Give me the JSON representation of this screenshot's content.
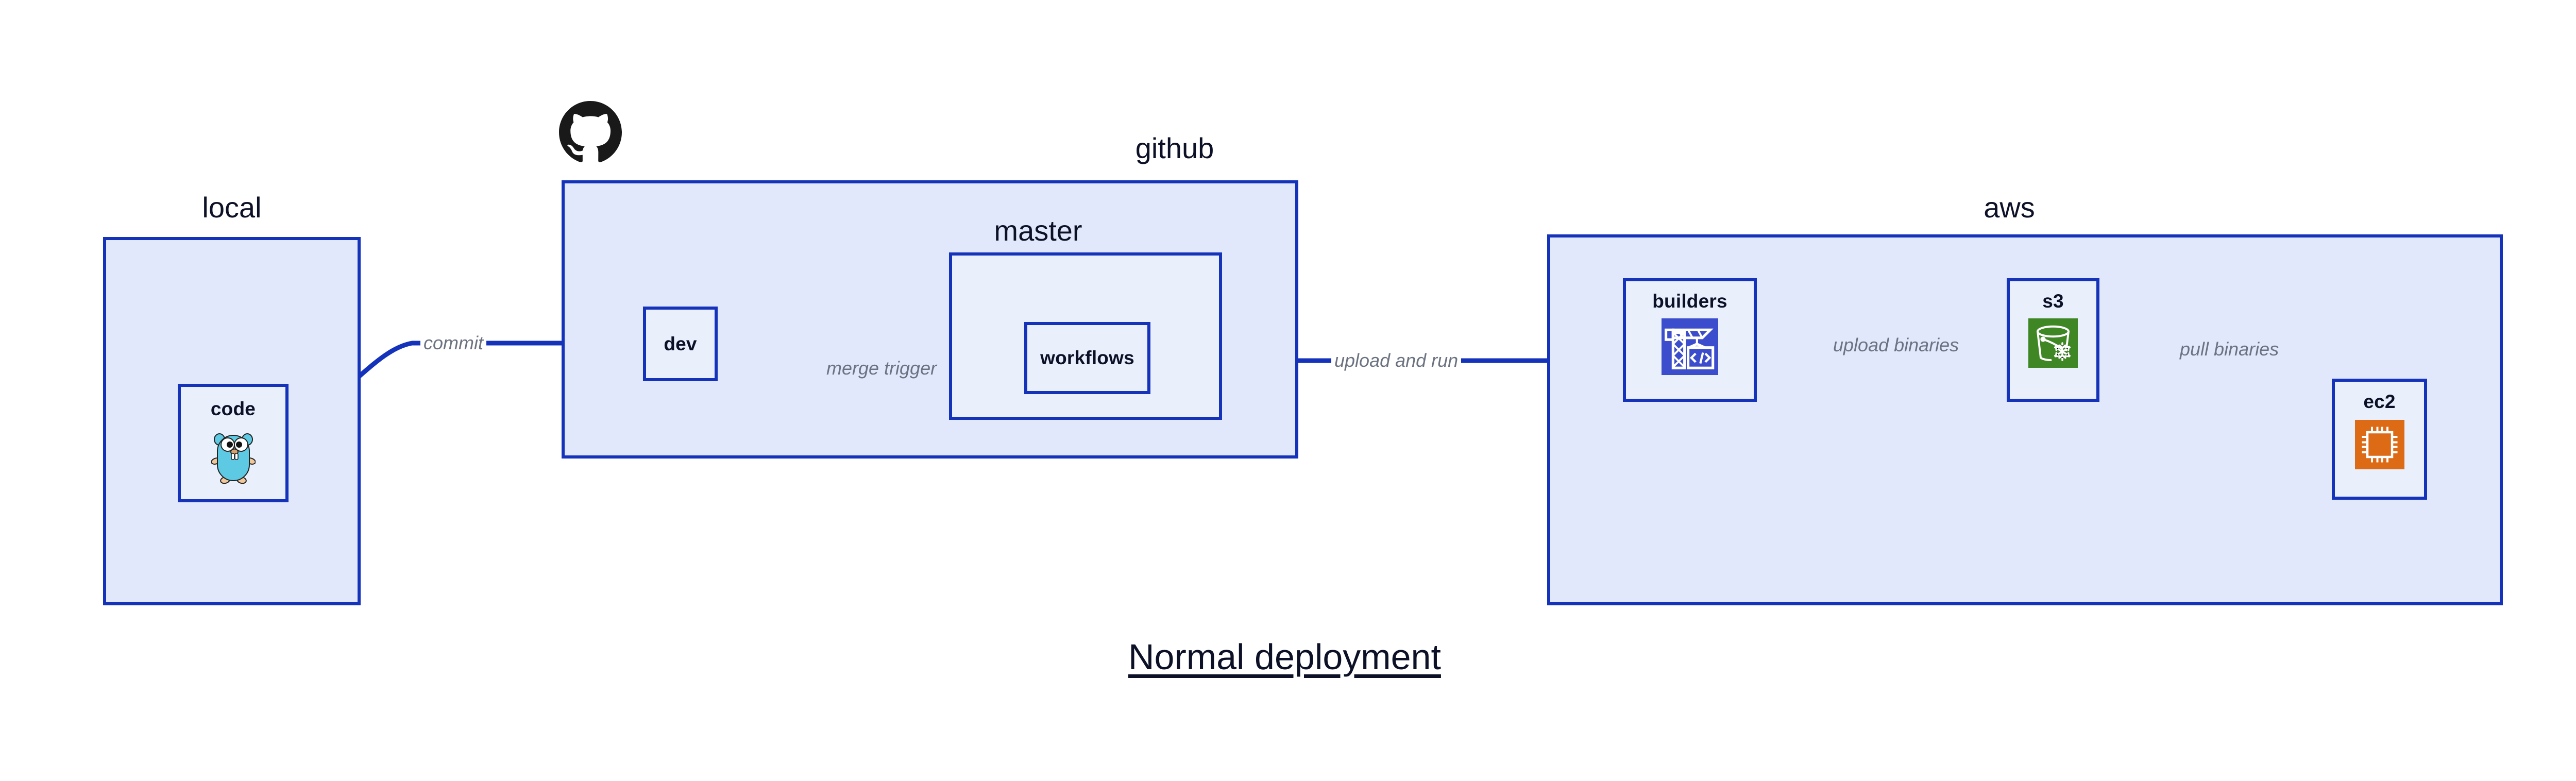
{
  "diagram": {
    "caption": "Normal deployment",
    "accent_color": "#1432ba",
    "group_fill": "#e2e8fb",
    "node_fill": "#eaeffc",
    "label_color": "#6b7280",
    "text_color": "#0d1127",
    "background": "#ffffff"
  },
  "groups": [
    {
      "id": "local",
      "title": "local"
    },
    {
      "id": "github",
      "title": "github"
    },
    {
      "id": "aws",
      "title": "aws"
    }
  ],
  "subgroups": [
    {
      "id": "master",
      "title": "master",
      "parent": "github"
    }
  ],
  "nodes": [
    {
      "id": "code",
      "label": "code",
      "parent": "local",
      "icon": "go-gopher-icon",
      "icon_color": "#5dc9e2"
    },
    {
      "id": "dev",
      "label": "dev",
      "parent": "github",
      "icon": "none",
      "icon_color": ""
    },
    {
      "id": "workflows",
      "label": "workflows",
      "parent": "master",
      "icon": "none",
      "icon_color": ""
    },
    {
      "id": "builders",
      "label": "builders",
      "parent": "aws",
      "icon": "aws-crane-code-icon",
      "icon_color": "#3b4ccc"
    },
    {
      "id": "s3",
      "label": "s3",
      "parent": "aws",
      "icon": "aws-s3-bucket-glacier-icon",
      "icon_color": "#3f8624"
    },
    {
      "id": "ec2",
      "label": "ec2",
      "parent": "aws",
      "icon": "aws-ec2-chip-icon",
      "icon_color": "#dd6b15"
    }
  ],
  "edges": [
    {
      "id": "commit",
      "label": "commit",
      "from": "code",
      "to": "dev"
    },
    {
      "id": "merge-trigger",
      "label": "merge trigger",
      "from": "dev",
      "to": "workflows"
    },
    {
      "id": "upload-and-run",
      "label": "upload and run",
      "from": "workflows",
      "to": "builders"
    },
    {
      "id": "upload-binaries",
      "label": "upload binaries",
      "from": "builders",
      "to": "s3"
    },
    {
      "id": "pull-binaries",
      "label": "pull binaries",
      "from": "s3",
      "to": "ec2"
    }
  ],
  "logos": [
    {
      "id": "github-logo",
      "name": "github-octocat-icon",
      "color": "#191919"
    }
  ]
}
